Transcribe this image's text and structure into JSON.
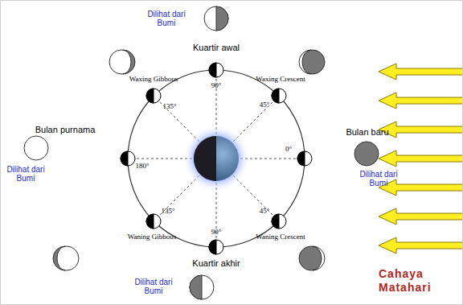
{
  "diagram": {
    "labels": [
      "Dilihat dari Bumi",
      "Kuartir awal",
      "Waxing Gibbous",
      "90°",
      "Waxing Crescent",
      "45°",
      "135°",
      "Bulan purnama",
      "Bulan baru",
      "180°",
      "0°",
      "Dilihat dari Bumi",
      "Dilihat dari Bumi",
      "135°",
      "45°",
      "Waning Gibbous",
      "90°",
      "Waning Crescent",
      "Kuartir akhir",
      "Dilihat dari Bumi",
      "Cahaya Matahari"
    ]
  }
}
